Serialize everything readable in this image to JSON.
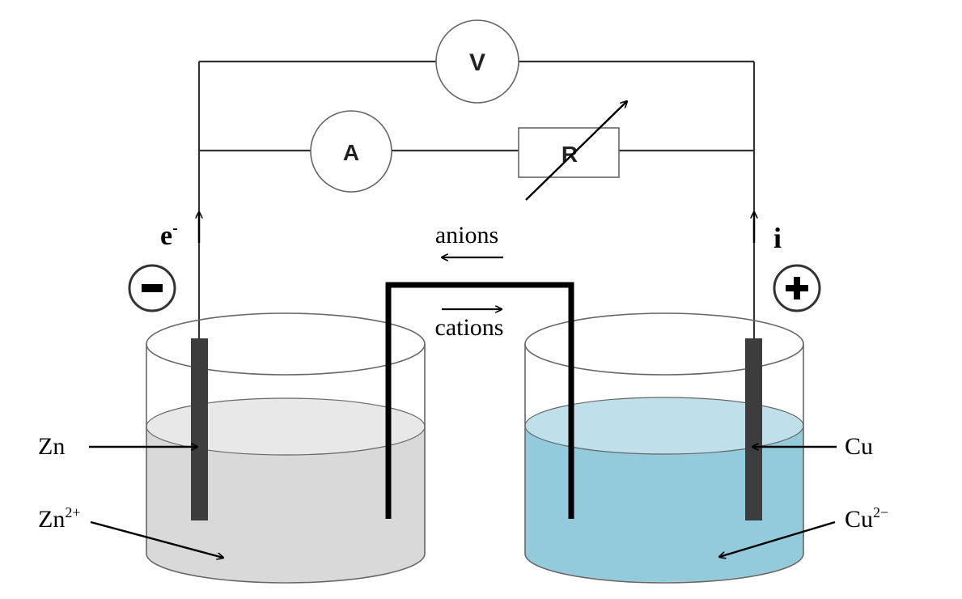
{
  "meters": {
    "voltmeter": "V",
    "ammeter": "A",
    "resistor": "R"
  },
  "labels": {
    "electron": "e",
    "electron_sup": "-",
    "current": "i",
    "anions": "anions",
    "cations": "cations",
    "negative": "−",
    "positive": "+"
  },
  "left_cell": {
    "electrode": "Zn",
    "ion_base": "Zn",
    "ion_sup": "2+"
  },
  "right_cell": {
    "electrode": "Cu",
    "ion_base": "Cu",
    "ion_sup": "2−"
  },
  "colors": {
    "left_solution": "#d9d9d9",
    "left_surface": "#e8e8e8",
    "right_solution": "#93cadc",
    "right_surface": "#bfe0ea",
    "electrode": "#3d3d3d",
    "wire": "#333333"
  }
}
